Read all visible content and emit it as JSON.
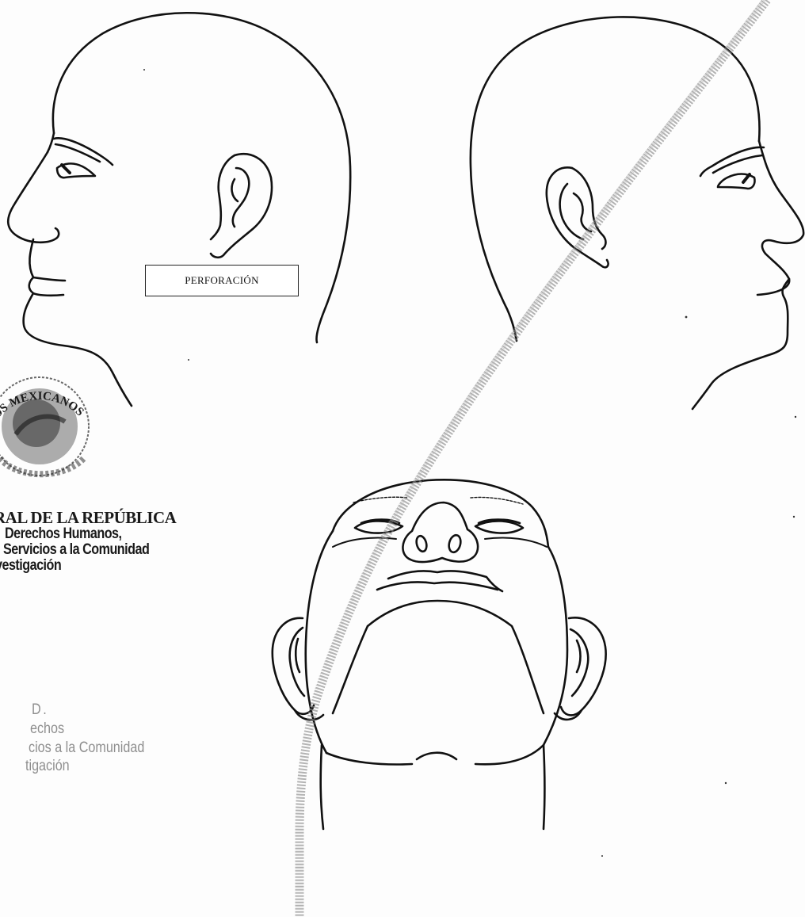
{
  "document": {
    "annotation_label": "PERFORACIÓN",
    "stamp": {
      "seal_text": "DOS MEXICANOS",
      "line1": "RAL DE LA REPÚBLICA",
      "line2": "Derechos Humanos,",
      "line3": "Servicios a la Comunidad",
      "line4": "vestigación"
    },
    "stamp_faded": {
      "line1": "D.",
      "line2": "echos",
      "line3": "cios a la Comunidad",
      "line4": "tigación"
    }
  },
  "figures": [
    {
      "view": "left-profile",
      "icon": "head-profile-left"
    },
    {
      "view": "right-profile",
      "icon": "head-profile-right"
    },
    {
      "view": "bottom-up",
      "icon": "head-inferior-view"
    }
  ],
  "colors": {
    "ink": "#111111",
    "stamp_ink": "#1a1a1a",
    "streak": "#8c8c8c"
  }
}
